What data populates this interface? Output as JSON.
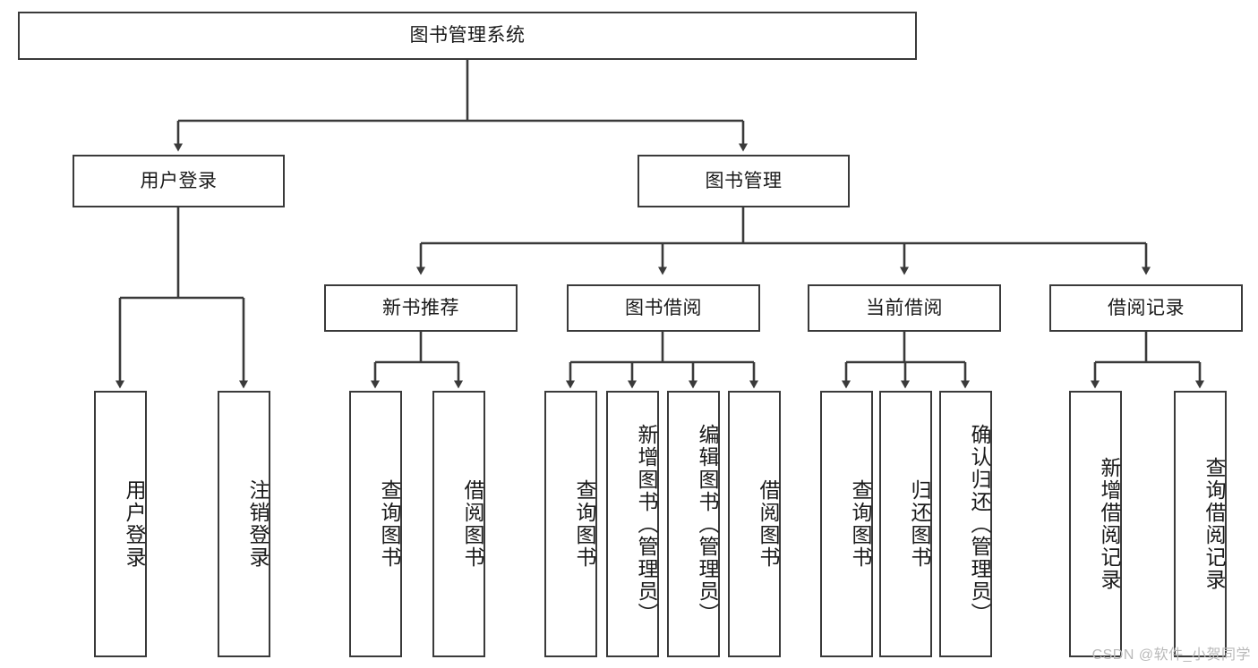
{
  "diagram": {
    "title": "图书管理系统",
    "root": {
      "id": "root",
      "label": "图书管理系统"
    },
    "level2": [
      {
        "id": "user-login",
        "label": "用户登录"
      },
      {
        "id": "book-management",
        "label": "图书管理"
      }
    ],
    "level3": [
      {
        "id": "new-book-recommend",
        "label": "新书推荐"
      },
      {
        "id": "book-borrow",
        "label": "图书借阅"
      },
      {
        "id": "current-borrow",
        "label": "当前借阅"
      },
      {
        "id": "borrow-record",
        "label": "借阅记录"
      }
    ],
    "leaves": {
      "user-login": [
        {
          "id": "leaf-user-login",
          "label": "用户登录"
        },
        {
          "id": "leaf-logout-login",
          "label": "注销登录"
        }
      ],
      "new-book-recommend": [
        {
          "id": "leaf-query-book-1",
          "label": "查询图书"
        },
        {
          "id": "leaf-borrow-book-1",
          "label": "借阅图书"
        }
      ],
      "book-borrow": [
        {
          "id": "leaf-query-book-2",
          "label": "查询图书"
        },
        {
          "id": "leaf-add-book-admin",
          "label": "新增图书（管理员）"
        },
        {
          "id": "leaf-edit-book-admin",
          "label": "编辑图书（管理员）"
        },
        {
          "id": "leaf-borrow-book-2",
          "label": "借阅图书"
        }
      ],
      "current-borrow": [
        {
          "id": "leaf-query-book-3",
          "label": "查询图书"
        },
        {
          "id": "leaf-return-book",
          "label": "归还图书"
        },
        {
          "id": "leaf-confirm-return-admin",
          "label": "确认归还（管理员）"
        }
      ],
      "borrow-record": [
        {
          "id": "leaf-add-borrow-record",
          "label": "新增借阅记录"
        },
        {
          "id": "leaf-query-borrow-record",
          "label": "查询借阅记录"
        }
      ]
    },
    "watermark": "CSDN @软件_小贺同学",
    "colors": {
      "stroke": "#3a3a3a",
      "fill": "#ffffff",
      "text": "#1a1a1a",
      "watermark": "#b9b9b9"
    }
  }
}
